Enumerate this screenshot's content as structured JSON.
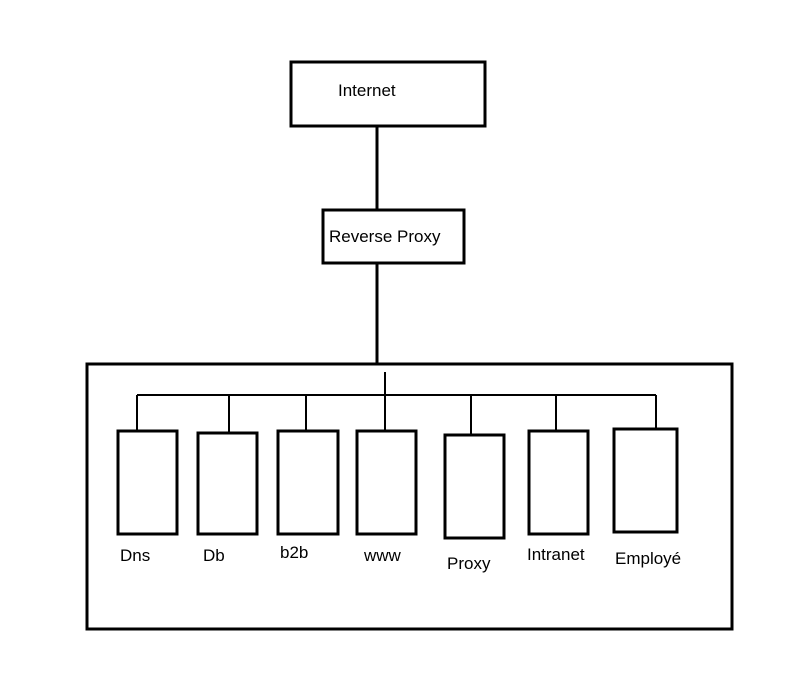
{
  "nodes": {
    "internet": {
      "label": "Internet"
    },
    "reverse_proxy": {
      "label": "Reverse Proxy"
    },
    "servers": [
      {
        "label": "Dns"
      },
      {
        "label": "Db"
      },
      {
        "label": "b2b"
      },
      {
        "label": "www"
      },
      {
        "label": "Proxy"
      },
      {
        "label": "Intranet"
      },
      {
        "label": "Employé"
      }
    ]
  },
  "colors": {
    "stroke": "#000000",
    "fill": "#ffffff"
  }
}
